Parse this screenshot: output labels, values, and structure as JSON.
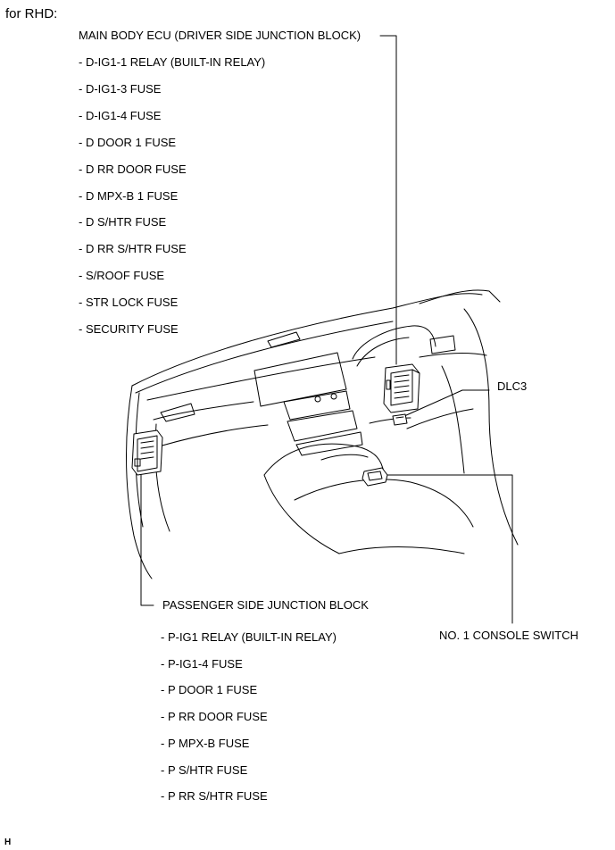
{
  "header": "for RHD:",
  "driver_block": {
    "title": "MAIN BODY ECU (DRIVER SIDE JUNCTION BLOCK)",
    "items": [
      "- D-IG1-1 RELAY  (BUILT-IN RELAY)",
      "- D-IG1-3 FUSE",
      "- D-IG1-4 FUSE",
      "- D DOOR 1 FUSE",
      "- D RR DOOR FUSE",
      "- D MPX-B 1 FUSE",
      "- D S/HTR FUSE",
      "- D RR S/HTR FUSE",
      "- S/ROOF FUSE",
      "- STR LOCK FUSE",
      "- SECURITY FUSE"
    ]
  },
  "dlc3_label": "DLC3",
  "passenger_block": {
    "title": "PASSENGER SIDE JUNCTION BLOCK",
    "items": [
      "- P-IG1 RELAY (BUILT-IN RELAY)",
      "- P-IG1-4 FUSE",
      "- P DOOR 1 FUSE",
      "- P RR DOOR FUSE",
      "- P MPX-B FUSE",
      "- P S/HTR FUSE",
      "- P RR S/HTR FUSE"
    ]
  },
  "console_switch_label": "NO. 1 CONSOLE SWITCH",
  "corner_mark": "H"
}
